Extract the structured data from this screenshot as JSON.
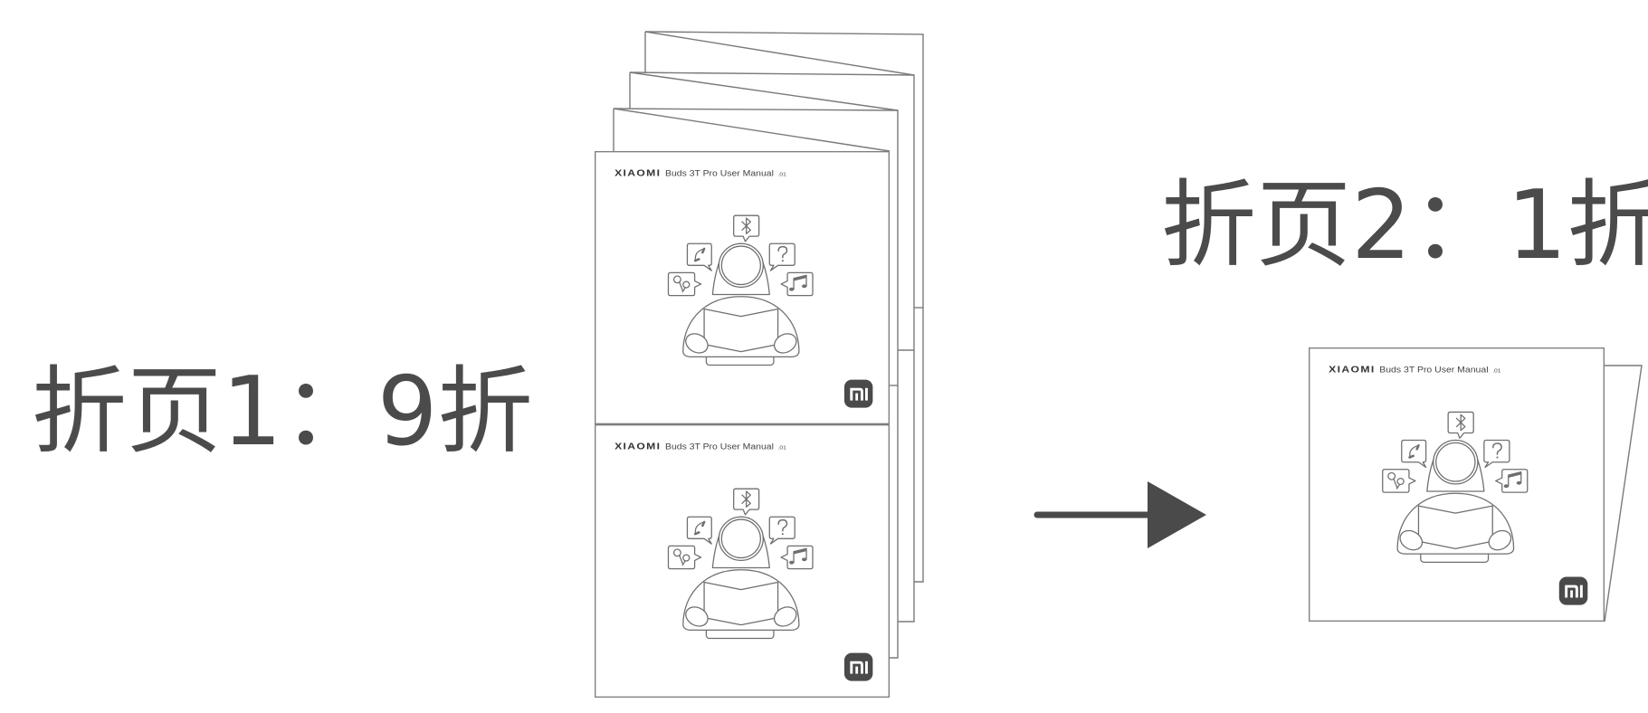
{
  "labels": {
    "fold_1": "折页1：9折",
    "fold_2": "折页2：1折"
  },
  "manual": {
    "brand": "XIAOMI",
    "title": "Buds 3T Pro User Manual",
    "page_no": ".01"
  },
  "icons": [
    "bluetooth-icon",
    "phone-icon",
    "question-icon",
    "earbuds-icon",
    "music-icon",
    "mi-logo-icon",
    "arrow-right-icon"
  ],
  "colors": {
    "ink": "#4b4b4b",
    "line": "#777777",
    "logo": "#4a4a4a",
    "background": "#ffffff"
  }
}
